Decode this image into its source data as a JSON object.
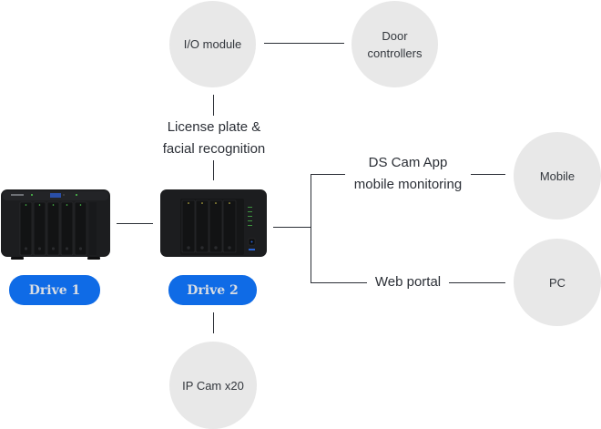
{
  "nodes": {
    "io_module": "I/O module",
    "door_controllers_line1": "Door",
    "door_controllers_line2": "controllers",
    "mobile": "Mobile",
    "pc": "PC",
    "ip_cam": "IP Cam x20"
  },
  "labels": {
    "recognition_line1": "License plate &",
    "recognition_line2": "facial recognition",
    "ds_cam_line1": "DS Cam App",
    "ds_cam_line2": "mobile monitoring",
    "web_portal": "Web portal"
  },
  "drives": [
    {
      "label": "Drive 1",
      "bays": 5
    },
    {
      "label": "Drive 2",
      "bays": 4
    }
  ],
  "colors": {
    "accent": "#0f6be6",
    "node_fill": "#e8e8e8",
    "line": "#2b2f36"
  }
}
